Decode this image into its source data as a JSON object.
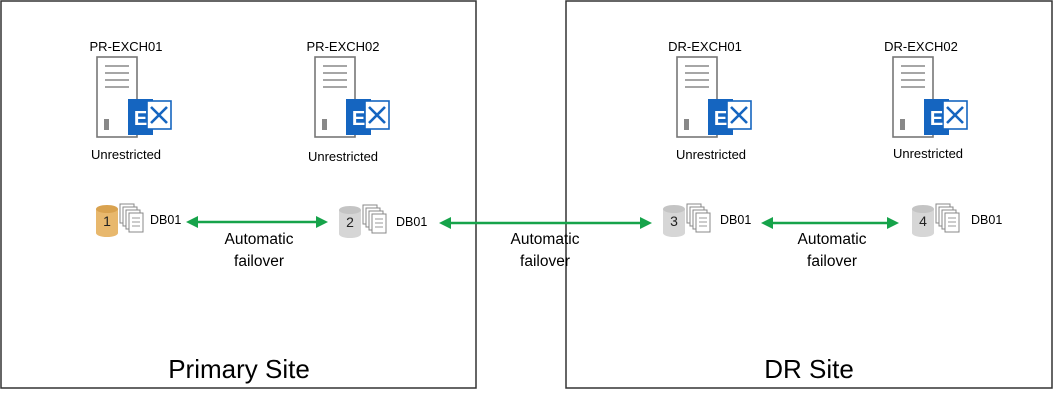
{
  "sites": [
    {
      "name": "Primary Site"
    },
    {
      "name": "DR Site"
    }
  ],
  "servers": [
    {
      "name": "PR-EXCH01",
      "role": "Unrestricted",
      "logo": "E"
    },
    {
      "name": "PR-EXCH02",
      "role": "Unrestricted",
      "logo": "E"
    },
    {
      "name": "DR-EXCH01",
      "role": "Unrestricted",
      "logo": "E"
    },
    {
      "name": "DR-EXCH02",
      "role": "Unrestricted",
      "logo": "E"
    }
  ],
  "databases": [
    {
      "number": "1",
      "label": "DB01",
      "status": "active"
    },
    {
      "number": "2",
      "label": "DB01",
      "status": "passive"
    },
    {
      "number": "3",
      "label": "DB01",
      "status": "passive"
    },
    {
      "number": "4",
      "label": "DB01",
      "status": "passive"
    }
  ],
  "links": [
    {
      "line1": "Automatic",
      "line2": "failover"
    },
    {
      "line1": "Automatic",
      "line2": "failover"
    },
    {
      "line1": "Automatic",
      "line2": "failover"
    }
  ],
  "colors": {
    "active_db": "#E8B86D",
    "passive_db": "#D6D6D6",
    "arrow": "#16A34A",
    "exchange_blue": "#1565C0",
    "border": "#333333"
  },
  "icons": [
    "server-icon",
    "exchange-logo-icon",
    "database-cylinder-icon",
    "log-files-icon",
    "double-arrow-icon"
  ]
}
